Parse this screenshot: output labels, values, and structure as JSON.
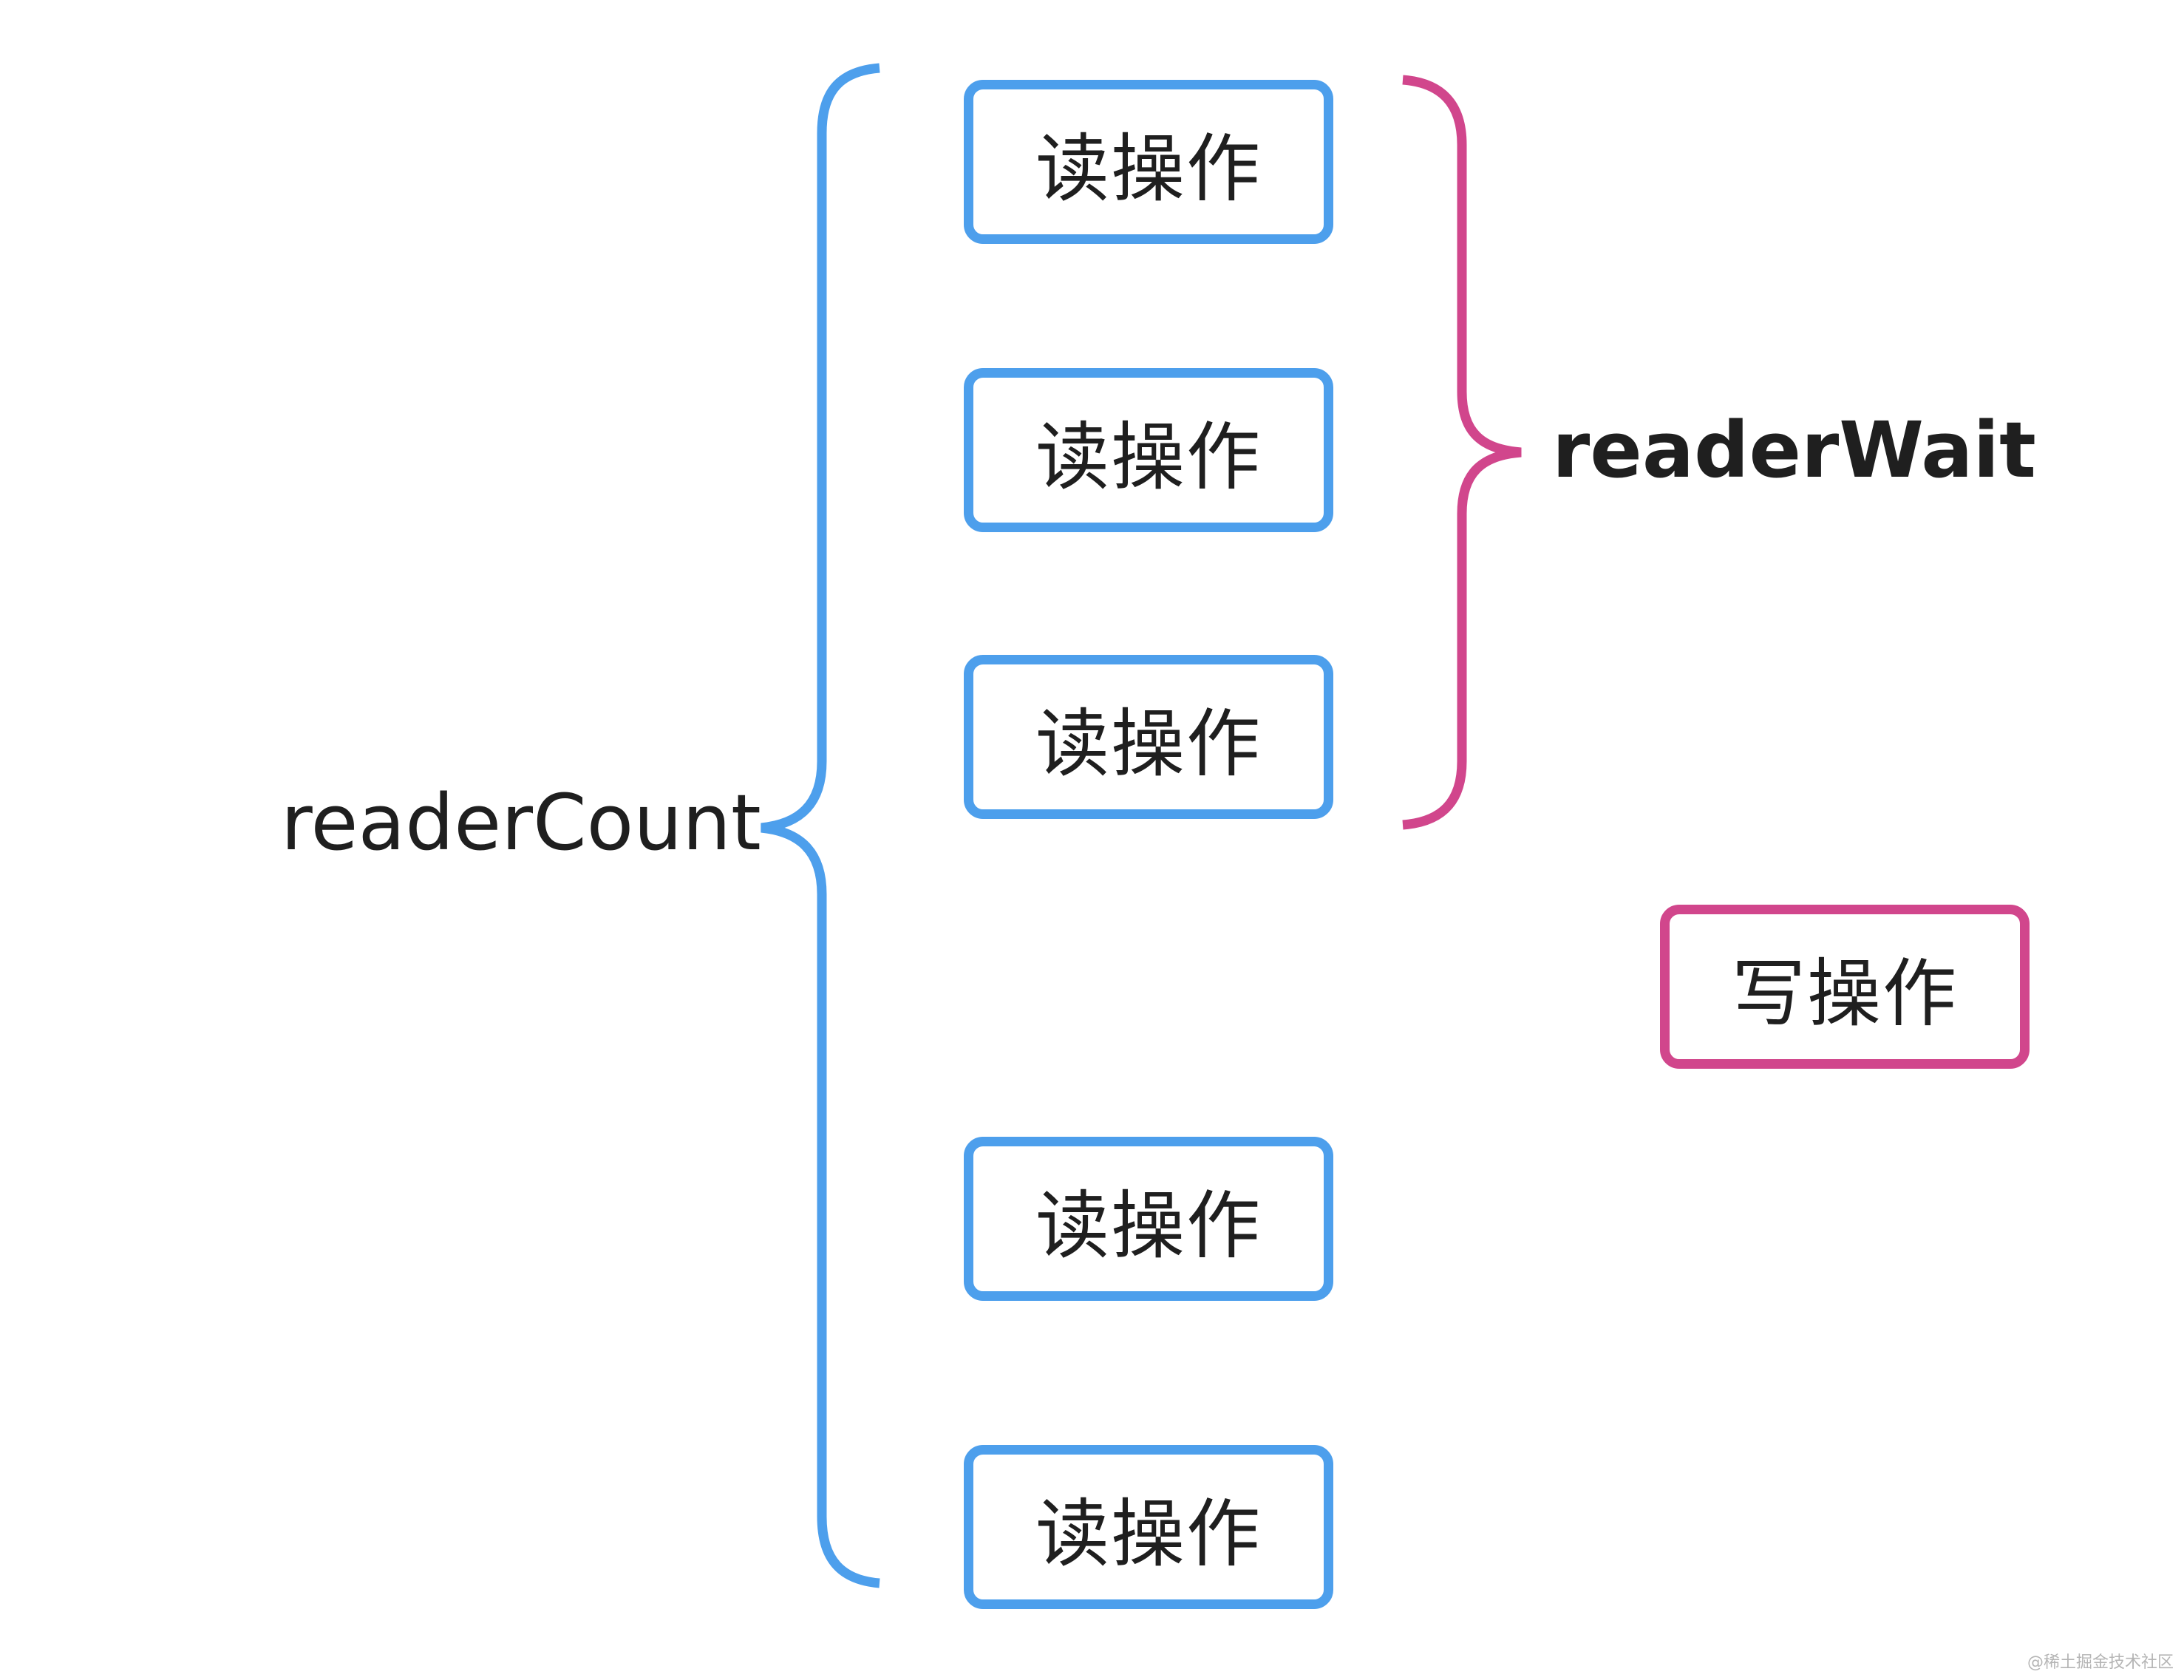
{
  "diagram": {
    "labels": {
      "reader_count": "readerCount",
      "reader_wait": "readerWait"
    },
    "read_boxes": [
      {
        "label": "读操作"
      },
      {
        "label": "读操作"
      },
      {
        "label": "读操作"
      },
      {
        "label": "读操作"
      },
      {
        "label": "读操作"
      }
    ],
    "write_box": {
      "label": "写操作"
    },
    "colors": {
      "read": "#4d9fec",
      "write": "#d1468c",
      "text": "#1f1f1f"
    }
  },
  "watermark": "@稀土掘金技术社区"
}
